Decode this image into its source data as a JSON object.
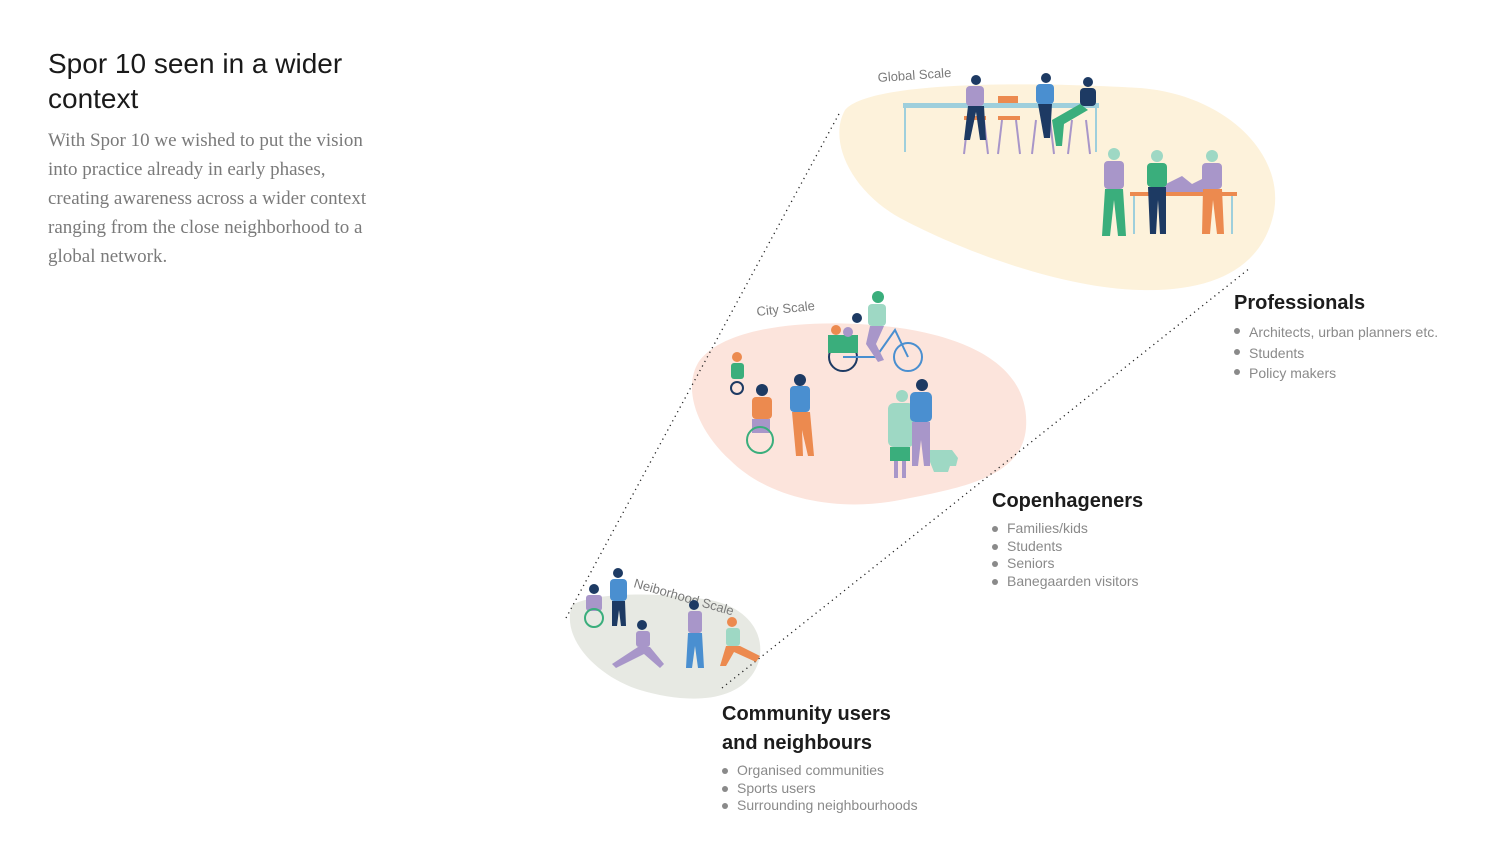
{
  "header": {
    "title": "Spor 10 seen in a wider context",
    "intro": "With Spor 10 we wished to put the vision into practice already in early phases, creating awareness across a wider context ranging from the close neighborhood to a global network."
  },
  "scales": {
    "global": "Global Scale",
    "city": "City Scale",
    "neighborhood": "Neiborhood Scale"
  },
  "groups": {
    "professionals": {
      "heading": "Professionals",
      "items": [
        "Architects, urban planners etc.",
        "Students",
        "Policy makers"
      ]
    },
    "copenhageners": {
      "heading": "Copenhageners",
      "items": [
        "Families/kids",
        "Students",
        "Seniors",
        "Banegaarden visitors"
      ]
    },
    "community": {
      "heading": "Community users and neighbours",
      "items": [
        "Organised communities",
        "Sports users",
        "Surrounding neighbourhoods"
      ]
    }
  },
  "colors": {
    "global_blob": "#fdf2db",
    "city_blob": "#fce4dc",
    "neighborhood_blob": "#e7e9e3",
    "figure_blue": "#4a8fd0",
    "figure_navy": "#1d3a63",
    "figure_purple": "#a896c9",
    "figure_orange": "#ec8a4f",
    "figure_green": "#3aae7c",
    "figure_mint": "#9ed8c4"
  }
}
